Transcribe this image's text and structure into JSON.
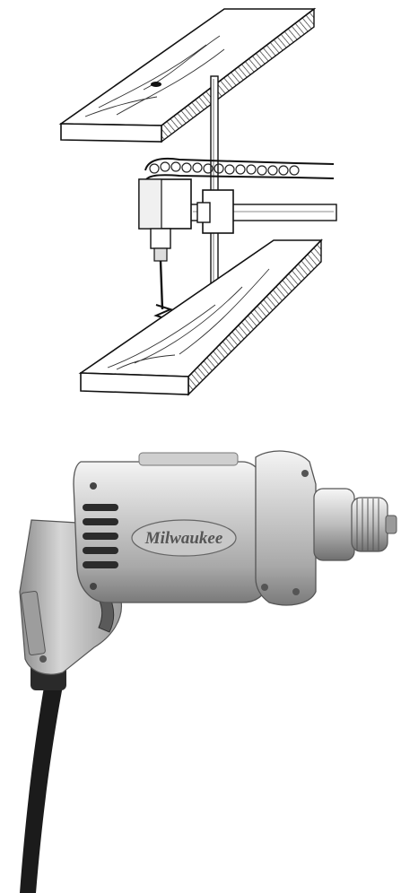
{
  "illustration": {
    "top": {
      "subject": "right-angle-drill-with-chain-extension",
      "colors": {
        "ink": "#1a1a1a",
        "paper": "#ffffff"
      }
    },
    "bottom": {
      "subject": "electric-pistol-drill",
      "logo_text": "Milwaukee",
      "colors": {
        "metal_light": "#e9e9e9",
        "metal_mid": "#b8b8b8",
        "metal_dark": "#6a6a6a",
        "cord": "#1b1b1b"
      }
    }
  }
}
